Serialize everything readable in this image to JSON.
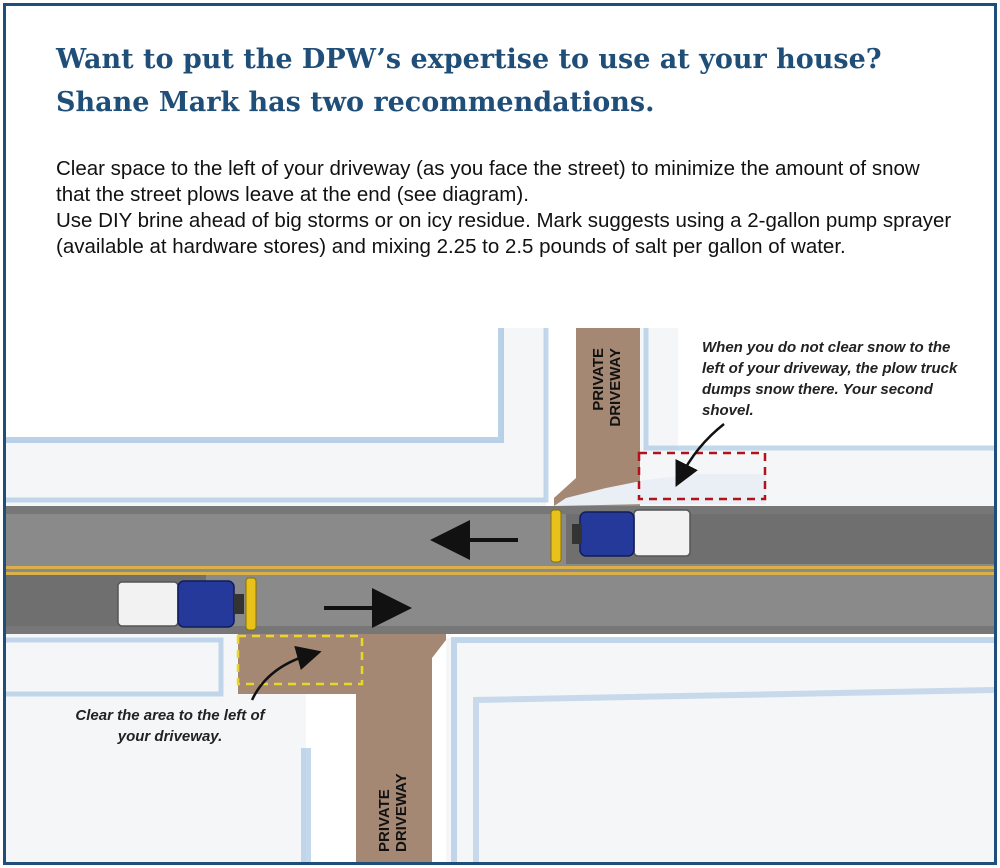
{
  "headline": {
    "line1": "Want to put the DPW’s expertise to use at your house?",
    "line2": "Shane Mark has two recommendations."
  },
  "tips": [
    "Clear space to the left of your driveway (as you face the street) to minimize the amount of snow that the street plows leave at the end (see diagram).",
    "Use DIY brine ahead of big storms or on icy residue. Mark suggests using a 2-gallon pump sprayer (available at hardware stores) and mixing 2.25 to 2.5 pounds of salt per gallon of water."
  ],
  "diagram": {
    "driveway_label_top": [
      "PRIVATE",
      "DRIVEWAY"
    ],
    "driveway_label_bottom": [
      "PRIVATE",
      "DRIVEWAY"
    ],
    "callout_top": [
      "When you do not clear snow to the",
      "left of your driveway, the plow truck",
      "dumps snow there. Your second",
      "shovel."
    ],
    "callout_bottom": [
      "Clear the area to the left of",
      "your driveway."
    ],
    "colors": {
      "road": "#8a8a8a",
      "road_dark": "#6f6f6f",
      "driveway": "#a48873",
      "snow": "#f4f6f8",
      "snow_edge": "#a9c7e2",
      "center_line": "#d9b04a",
      "truck_cab": "#24399a",
      "plow_blade": "#e8c21a",
      "dashed_red": "#b3121b",
      "dashed_yellow": "#e8d62a",
      "frame": "#1f4e79"
    },
    "icons": [
      "direction-arrow-left-icon",
      "direction-arrow-right-icon",
      "callout-arrow-icon"
    ]
  }
}
